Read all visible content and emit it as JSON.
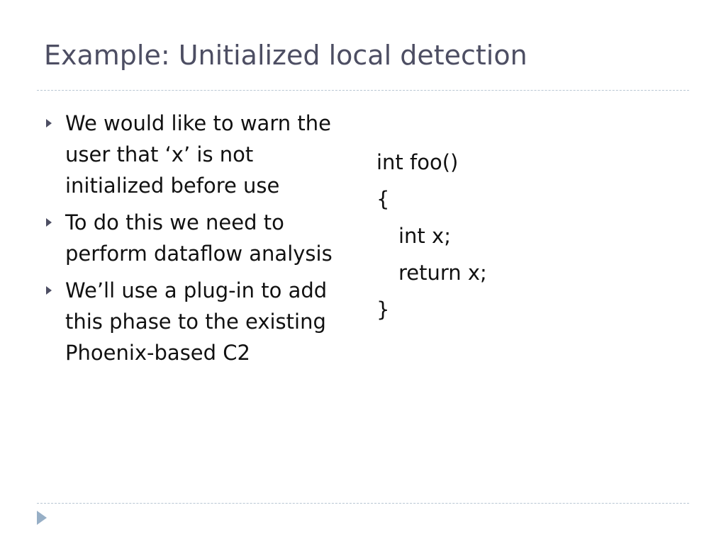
{
  "slide": {
    "title": "Example: Unitialized local detection",
    "bullets": [
      "We would like to warn the user that ‘x’ is not initialized before use",
      "To do this we need to perform dataflow analysis",
      "We’ll use a plug-in to add this phase to the existing Phoenix-based C2"
    ],
    "code_lines": [
      "int foo()",
      "{",
      "int x;",
      "return x;",
      "}"
    ]
  },
  "colors": {
    "title": "#4d4e63",
    "body_text": "#111111",
    "divider": "#b8c6d2",
    "nav_arrow": "#97afc6"
  },
  "icons": {
    "bullet": "triangle-right-icon",
    "navigation": "next-slide-arrow-icon"
  }
}
